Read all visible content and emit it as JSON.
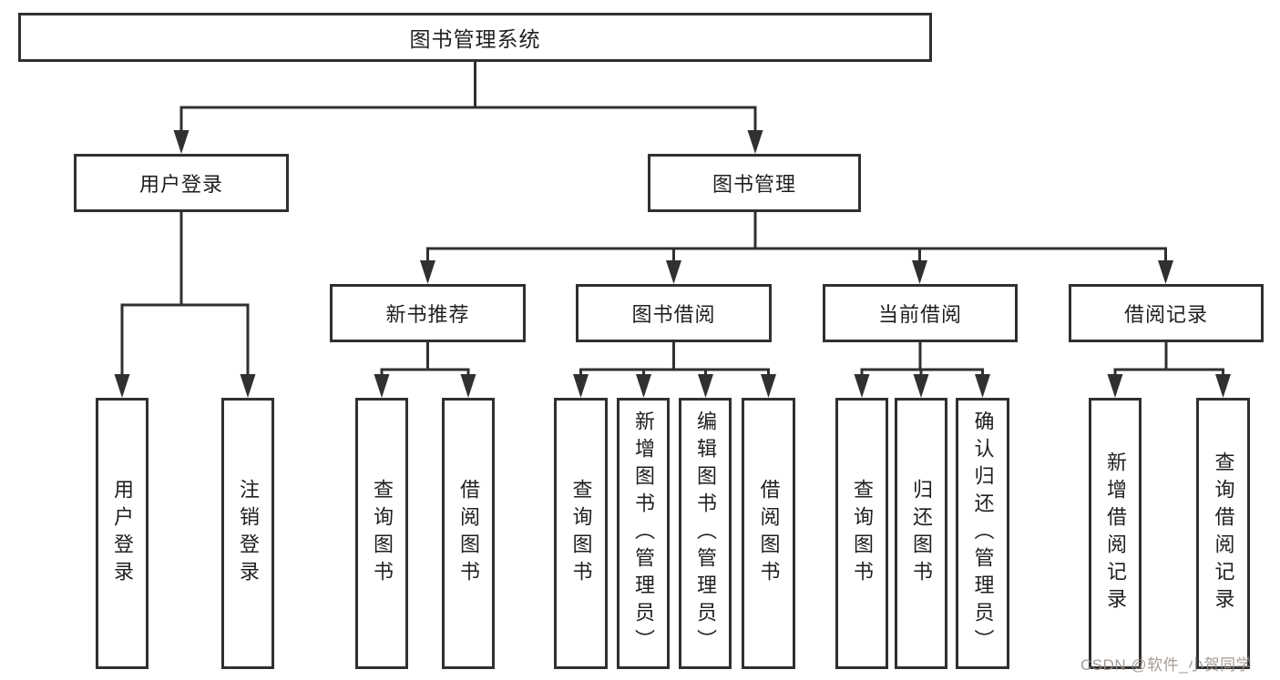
{
  "diagram": {
    "root": {
      "label": "图书管理系统"
    },
    "branches": [
      {
        "label": "用户登录",
        "children": [
          "用户登录",
          "注销登录"
        ]
      },
      {
        "label": "图书管理",
        "sub_branches": [
          {
            "label": "新书推荐",
            "children": [
              "查询图书",
              "借阅图书"
            ]
          },
          {
            "label": "图书借阅",
            "children": [
              "查询图书",
              "新增图书（管理员）",
              "编辑图书（管理员）",
              "借阅图书"
            ]
          },
          {
            "label": "当前借阅",
            "children": [
              "查询图书",
              "归还图书",
              "确认归还（管理员）"
            ]
          },
          {
            "label": "借阅记录",
            "children": [
              "新增借阅记录",
              "查询借阅记录"
            ]
          }
        ]
      }
    ]
  },
  "watermark": {
    "text": "CSDN @软件_小贺同学",
    "color": "#b1a8a3"
  },
  "colors": {
    "line": "#303030",
    "border": "#303030",
    "text": "#1f1f1f",
    "background": "#ffffff"
  }
}
